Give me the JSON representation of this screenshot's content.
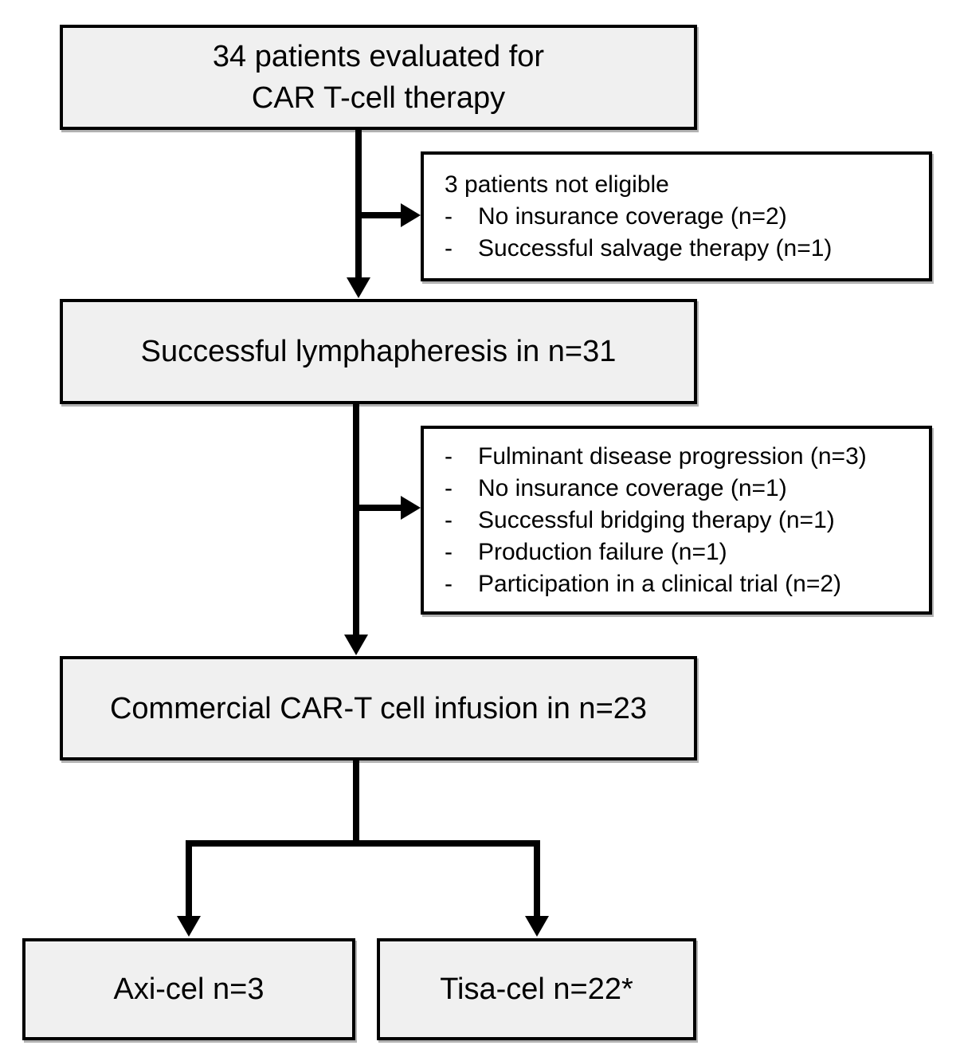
{
  "diagram": {
    "title_semantic": "CAR T-cell therapy patient flow",
    "box_evaluated": {
      "line1": "34 patients evaluated for",
      "line2": "CAR T-cell therapy"
    },
    "box_not_eligible": {
      "title": "3 patients not eligible",
      "bullet_char": "-",
      "items": [
        "No insurance coverage (n=2)",
        "Successful salvage therapy (n=1)"
      ]
    },
    "box_lymphapheresis": {
      "text": "Successful lymphapheresis in n=31"
    },
    "box_excluded": {
      "bullet_char": "-",
      "items": [
        "Fulminant disease progression (n=3)",
        "No insurance coverage (n=1)",
        "Successful bridging therapy (n=1)",
        "Production failure (n=1)",
        "Participation in a clinical trial (n=2)"
      ]
    },
    "box_infusion": {
      "text": "Commercial CAR-T cell infusion in n=23"
    },
    "box_axicel": {
      "text": "Axi-cel n=3"
    },
    "box_tisacel": {
      "text": "Tisa-cel n=22*"
    }
  },
  "colors": {
    "box_fill": "#f0f0f0",
    "side_box_fill": "#ffffff",
    "border": "#000000",
    "arrow": "#000000"
  }
}
